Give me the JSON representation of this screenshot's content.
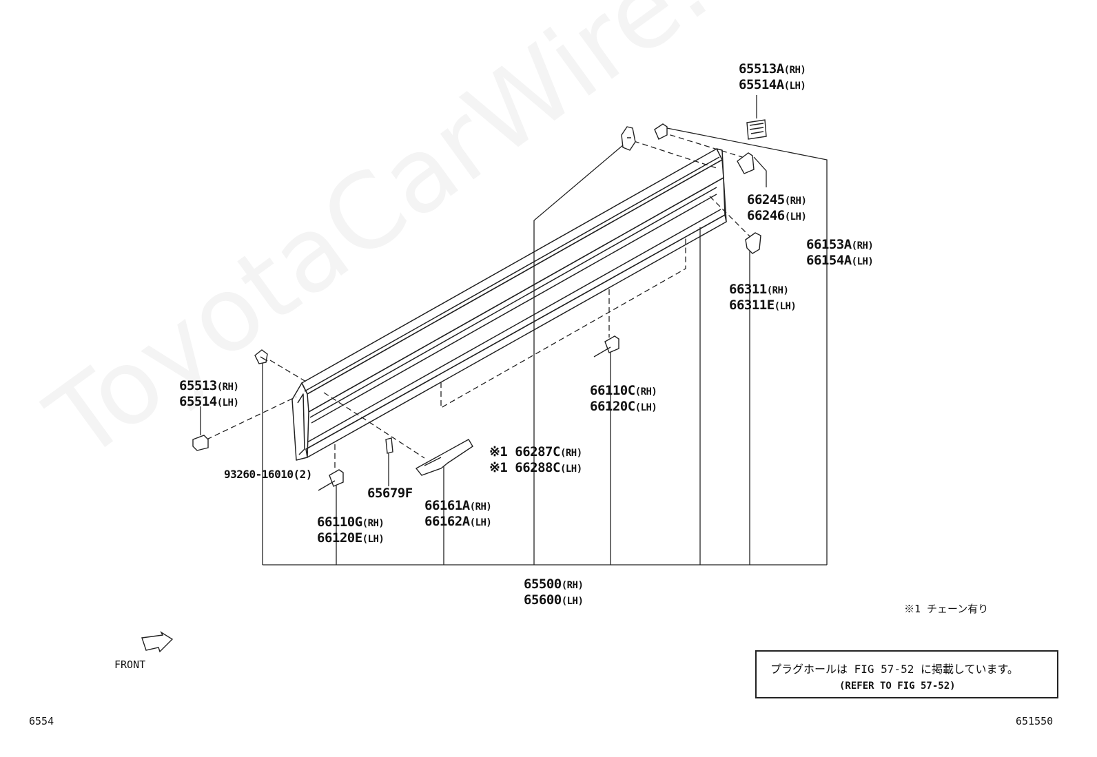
{
  "watermark": "ToyotaCarWire.ru",
  "labels": [
    {
      "id": "l1",
      "lines": [
        {
          "code": "65513A",
          "side": "(RH)"
        },
        {
          "code": "65514A",
          "side": "(LH)"
        }
      ]
    },
    {
      "id": "l2",
      "lines": [
        {
          "code": "66245",
          "side": "(RH)"
        },
        {
          "code": "66246",
          "side": "(LH)"
        }
      ]
    },
    {
      "id": "l3",
      "lines": [
        {
          "code": "66153A",
          "side": "(RH)"
        },
        {
          "code": "66154A",
          "side": "(LH)"
        }
      ]
    },
    {
      "id": "l4",
      "lines": [
        {
          "code": "66311",
          "side": "(RH)"
        },
        {
          "code": "66311E",
          "side": "(LH)"
        }
      ]
    },
    {
      "id": "l5",
      "lines": [
        {
          "code": "65513",
          "side": "(RH)"
        },
        {
          "code": "65514",
          "side": "(LH)"
        }
      ]
    },
    {
      "id": "l6",
      "lines": [
        {
          "code": "66110C",
          "side": "(RH)"
        },
        {
          "code": "66120C",
          "side": "(LH)"
        }
      ]
    },
    {
      "id": "l7",
      "lines": [
        {
          "code": "※1 66287C",
          "side": "(RH)"
        },
        {
          "code": "※1 66288C",
          "side": "(LH)"
        }
      ]
    },
    {
      "id": "l8",
      "lines": [
        {
          "code": "93260-16010(2)",
          "side": ""
        }
      ]
    },
    {
      "id": "l9",
      "lines": [
        {
          "code": "65679F",
          "side": ""
        }
      ]
    },
    {
      "id": "l10",
      "lines": [
        {
          "code": "66161A",
          "side": "(RH)"
        },
        {
          "code": "66162A",
          "side": "(LH)"
        }
      ]
    },
    {
      "id": "l11",
      "lines": [
        {
          "code": "66110G",
          "side": "(RH)"
        },
        {
          "code": "66120E",
          "side": "(LH)"
        }
      ]
    },
    {
      "id": "l12",
      "lines": [
        {
          "code": "65500",
          "side": "(RH)"
        },
        {
          "code": "65600",
          "side": "(LH)"
        }
      ]
    }
  ],
  "footnote": "※1 チェーン有り",
  "note": {
    "japanese": "プラグホールは FIG 57-52 に掲載しています。",
    "english": "(REFER TO FIG 57-52)"
  },
  "front_label": "FRONT",
  "page_code_left": "6554",
  "page_code_right": "651550"
}
